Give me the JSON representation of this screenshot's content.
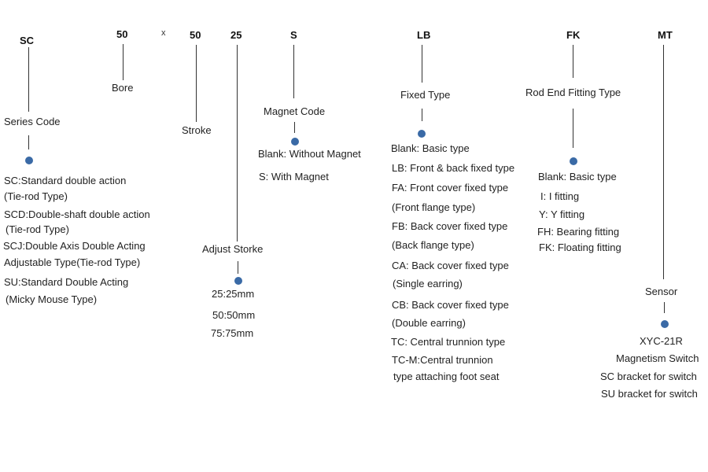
{
  "colors": {
    "dot": "#3a6aa6",
    "line": "#333333",
    "text": "#222222"
  },
  "codes": {
    "series": "SC",
    "bore": "50",
    "times": "x",
    "stroke": "50",
    "adjust": "25",
    "magnet": "S",
    "fixed": "LB",
    "rod": "FK",
    "sensor": "MT"
  },
  "labels": {
    "series": "Series Code",
    "bore": "Bore",
    "stroke": "Stroke",
    "adjust": "Adjust Storke",
    "magnet": "Magnet Code",
    "fixed": "Fixed Type",
    "rod": "Rod End Fitting   Type",
    "sensor": "Sensor"
  },
  "series_options": [
    "SC:Standard double action",
    "(Tie-rod Type)",
    "SCD:Double-shaft double action",
    "(Tie-rod Type)",
    "SCJ:Double Axis Double Acting",
    "Adjustable Type(Tie-rod Type)",
    "SU:Standard Double Acting",
    "(Micky Mouse Type)"
  ],
  "adjust_options": [
    "25:25mm",
    "50:50mm",
    "75:75mm"
  ],
  "magnet_options": [
    "Blank: Without Magnet",
    "S: With Magnet"
  ],
  "fixed_options": [
    "Blank: Basic type",
    "LB: Front & back fixed type",
    "FA: Front cover fixed type",
    "(Front flange type)",
    "FB: Back cover fixed type",
    "(Back flange type)",
    "CA: Back cover fixed type",
    "(Single earring)",
    "CB: Back cover fixed type",
    "(Double earring)",
    "TC: Central trunnion type",
    "TC-M:Central trunnion",
    "type attaching foot seat"
  ],
  "rod_options": [
    "Blank: Basic type",
    "I: I fitting",
    "Y: Y fitting",
    "FH: Bearing fitting",
    "FK: Floating fitting"
  ],
  "sensor_options": [
    "XYC-21R",
    "Magnetism Switch",
    "SC bracket for switch",
    "SU bracket for switch"
  ]
}
